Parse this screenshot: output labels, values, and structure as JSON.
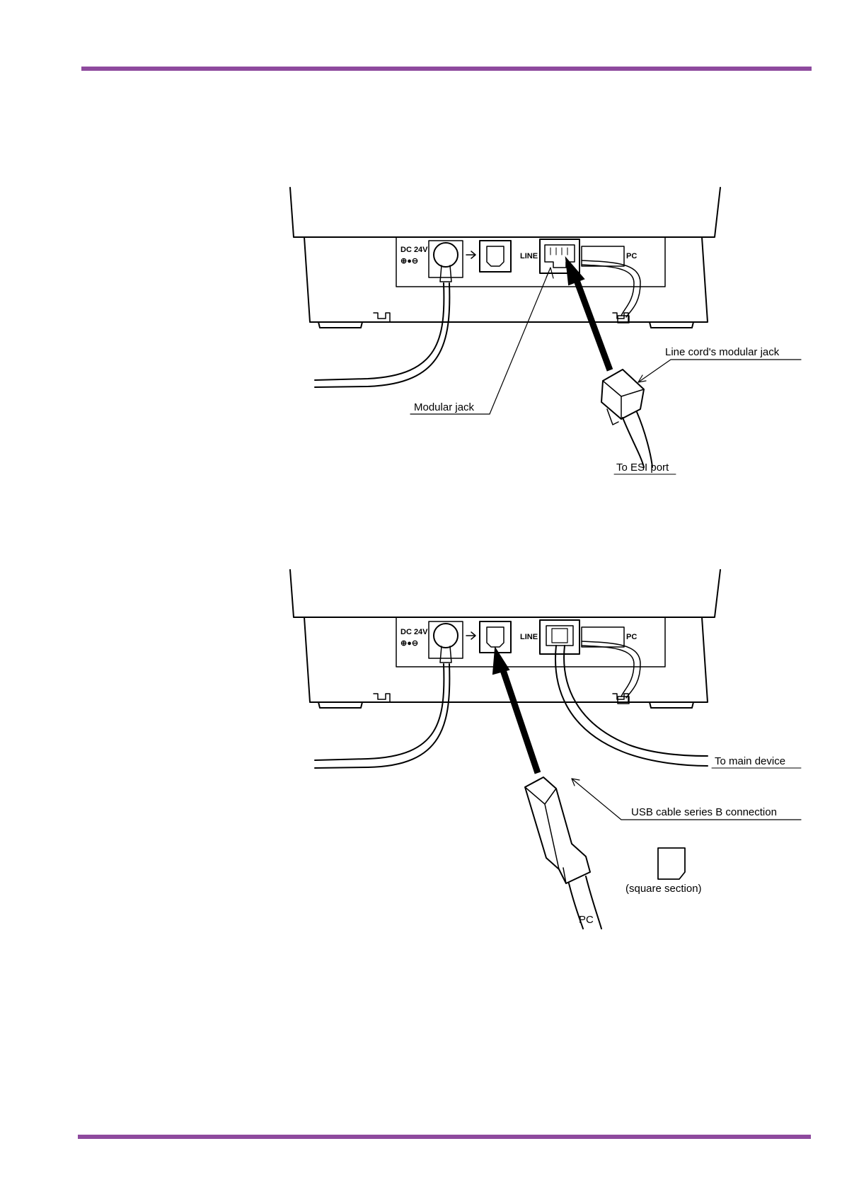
{
  "colors": {
    "accent_rule": "#8e4a9e",
    "ink": "#000000",
    "paper": "#ffffff"
  },
  "figure1": {
    "panel": {
      "dc_label": "DC 24V",
      "polarity": "⊕●⊖",
      "line_label": "LINE",
      "pc_label": "PC"
    },
    "labels": {
      "modular_jack": "Modular jack",
      "line_cord_jack": "Line cord's modular jack",
      "to_esi_port": "To ESI port"
    }
  },
  "figure2": {
    "panel": {
      "dc_label": "DC 24V",
      "polarity": "⊕●⊖",
      "line_label": "LINE",
      "pc_label": "PC"
    },
    "labels": {
      "to_main_device": "To main device",
      "usb_b_connection": "USB cable series B connection",
      "square_section": "(square section)",
      "pc": "PC"
    }
  }
}
